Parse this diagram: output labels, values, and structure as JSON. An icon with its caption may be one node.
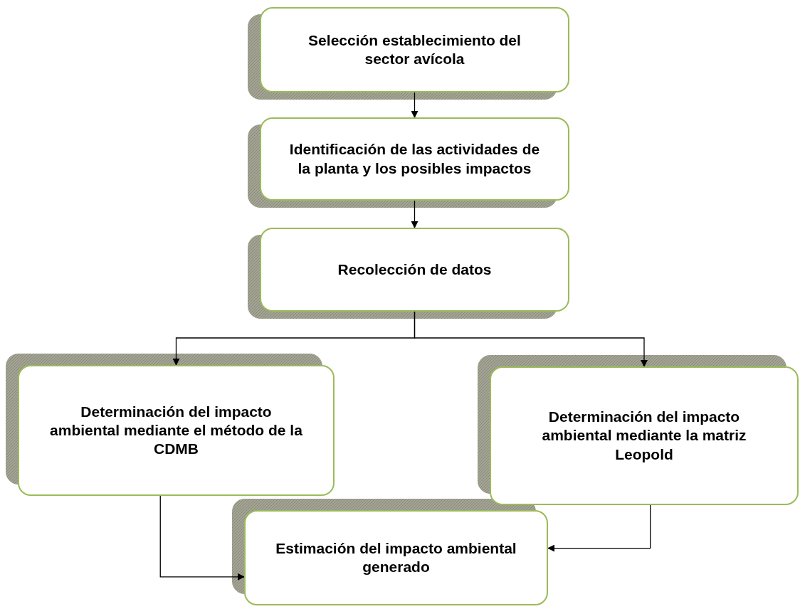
{
  "diagram": {
    "nodes": [
      {
        "text": [
          "Selección establecimiento del sector avícola"
        ]
      },
      {
        "text": [
          "Identificación de las actividades de la planta y los posibles  impactos"
        ]
      },
      {
        "text": [
          "Recolección de datos"
        ]
      },
      {
        "text": [
          "Determinación del impacto ambiental mediante el método de la CDMB"
        ]
      },
      {
        "text": [
          "Determinación del impacto ambiental mediante la matriz Leopold"
        ]
      },
      {
        "text": [
          "Estimación del impacto ambiental generado"
        ]
      }
    ],
    "edges": [
      {
        "from": 0,
        "to": 1,
        "arrow": "to"
      },
      {
        "from": 1,
        "to": 2,
        "arrow": "to"
      },
      {
        "from": 2,
        "to": 3,
        "arrow": "to"
      },
      {
        "from": 2,
        "to": 4,
        "arrow": "to"
      },
      {
        "from": 3,
        "to": 5,
        "arrow": "to"
      },
      {
        "from": 4,
        "to": 5,
        "arrow": "to"
      }
    ]
  }
}
